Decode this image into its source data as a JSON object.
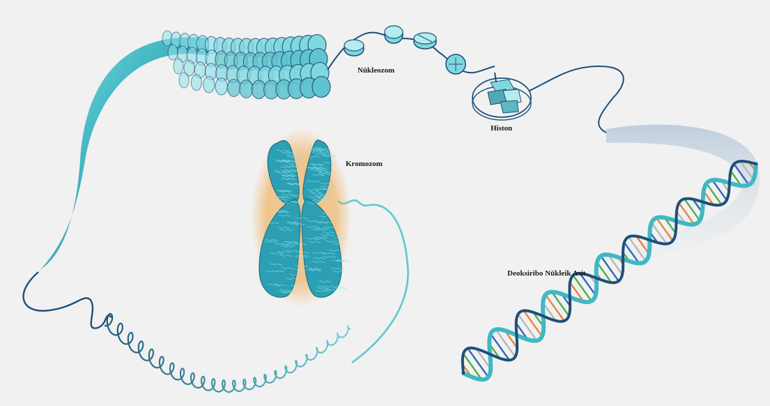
{
  "labels": {
    "nucleosome": "Nükleozom",
    "histone": "Histon",
    "chromosome": "Kromozom",
    "dna": "Deoksiribo Nükleik Asit"
  },
  "colors": {
    "background": "#f1f1f1",
    "teal": "#3fb8c4",
    "teal_dark": "#1f6f86",
    "navy": "#1d4f7a",
    "chromosome_glow": "#f0a13c",
    "base_orange": "#e8833a",
    "base_green": "#4cae4c",
    "base_blue": "#2f67b8",
    "base_gray": "#b8b8b8"
  }
}
